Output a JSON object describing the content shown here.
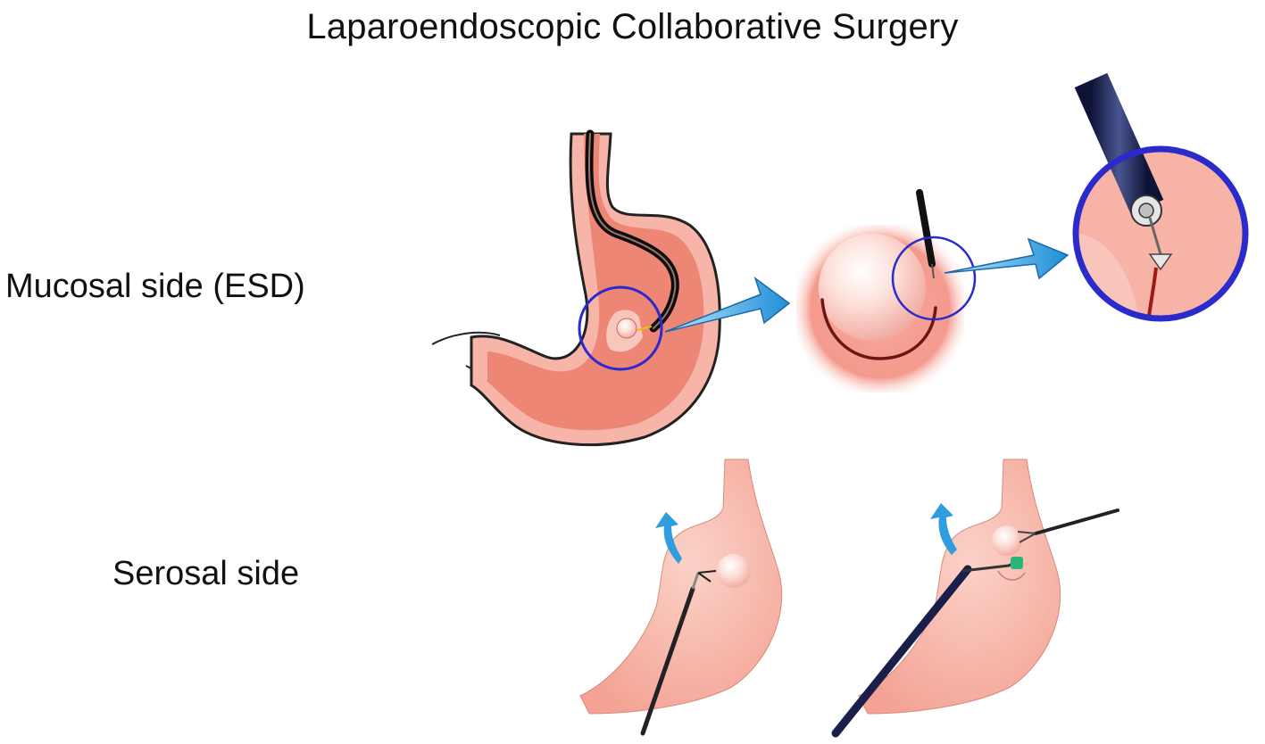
{
  "figure": {
    "title": "Laparoendoscopic Collaborative Surgery",
    "rows": [
      {
        "id": "mucosal",
        "label": "Mucosal side (ESD)"
      },
      {
        "id": "serosal",
        "label": "Serosal side"
      }
    ]
  },
  "colors": {
    "stomach_outer": "#f6b5a8",
    "stomach_inner": "#ee8676",
    "outline": "#222222",
    "circle_blue": "#2b2bcc",
    "arrow_blue": "#2f9ee0",
    "endoscope_dark": "#1a1f4a"
  },
  "icons": [
    "stomach-illustration",
    "endoscope-icon",
    "magnifier-circle-icon",
    "arrow-icon",
    "tumor-icon",
    "laparoscopic-forceps-icon"
  ]
}
